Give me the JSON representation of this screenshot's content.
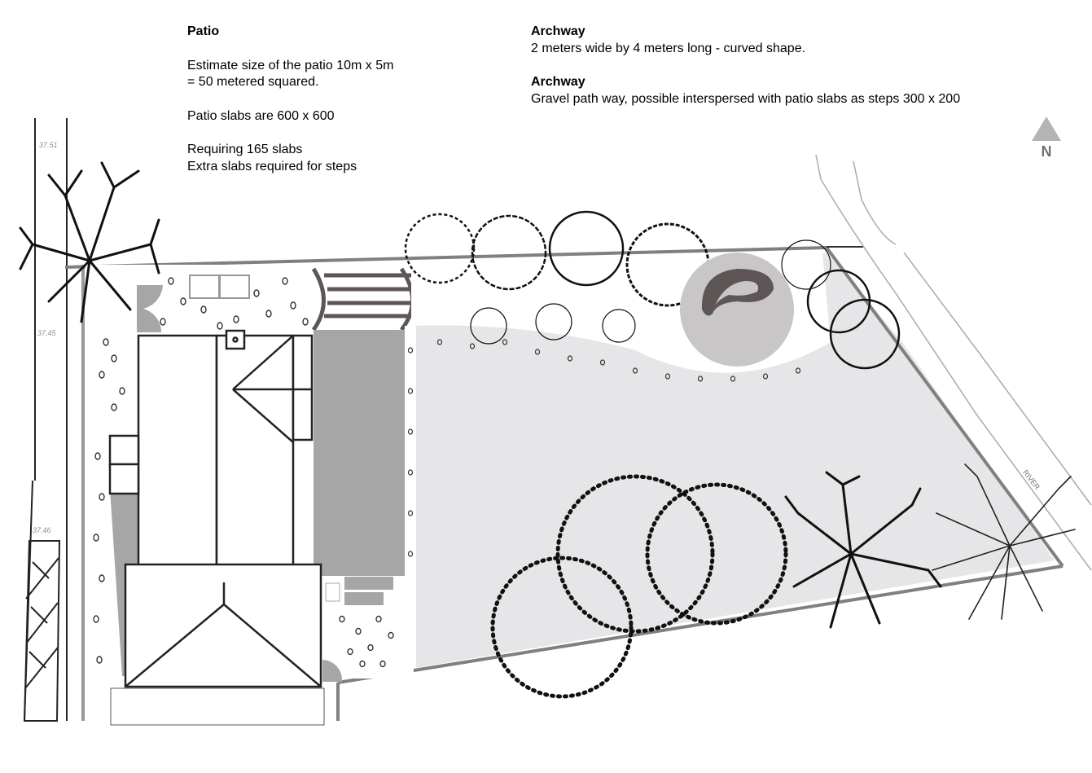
{
  "notes_left": {
    "title": "Patio",
    "line1": "Estimate size of the patio 10m x 5m",
    "line2": "= 50 metered squared.",
    "line3": "Patio slabs are 600 x 600",
    "line4": "Requiring 165 slabs",
    "line5": "Extra slabs required for steps"
  },
  "notes_right": {
    "section1_title": "Archway",
    "section1_text": "2 meters  wide by 4 meters long - curved shape.",
    "section2_title": "Archway",
    "section2_text": "Gravel path way, possible interspersed with patio slabs as steps 300 x 200"
  },
  "compass": {
    "label": "N",
    "icon": "north-arrow-icon"
  },
  "map_labels": {
    "level_top": "37.51",
    "level_mid": "37.45",
    "level_bottom": "37.46",
    "river": "RIVER"
  },
  "colors": {
    "lawn": "#e6e6e8",
    "patio": "#a6a6a6",
    "boundary": "#808080",
    "pond": "#5e5656",
    "pond_area": "#c8c6c6",
    "archway": "#5e5656",
    "compass": "#b4b4b4"
  }
}
